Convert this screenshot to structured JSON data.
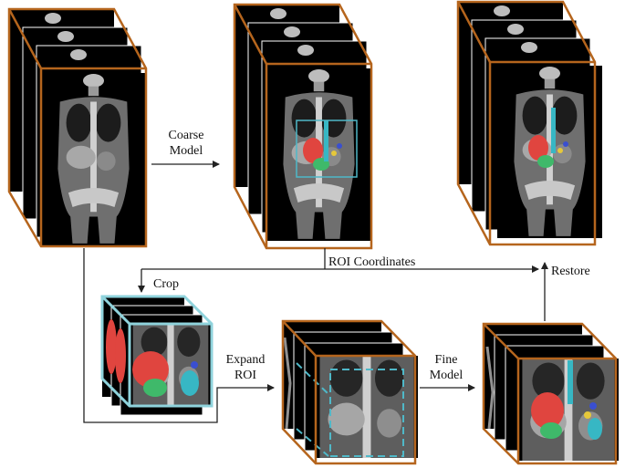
{
  "labels": {
    "coarse_model": [
      "Coarse",
      "Model"
    ],
    "roi_coordinates": "ROI  Coordinates",
    "restore": "Restore",
    "crop": "Crop",
    "expand_roi": [
      "Expand",
      "ROI"
    ],
    "fine_model": [
      "Fine",
      "Model"
    ]
  },
  "colors": {
    "frame_edge": "#b5651d",
    "crop_edge": "#8fd3dc",
    "roi_box": "#4fb8c8",
    "slice_bg": "#000000",
    "spleen": "#e0453f",
    "kidney": "#3fb96a",
    "aorta": "#37b7c4",
    "small_organ_yellow": "#e6c83a",
    "small_organ_blue": "#3a4fd0",
    "arrow": "#222222"
  },
  "icons": {
    "volume_input": "ct-volume-stack-icon",
    "volume_coarse": "ct-volume-coarse-seg-icon",
    "volume_output": "ct-volume-final-seg-icon",
    "volume_crop": "cropped-roi-stack-icon",
    "volume_expanded": "expanded-roi-stack-icon",
    "volume_fine": "fine-seg-stack-icon"
  }
}
